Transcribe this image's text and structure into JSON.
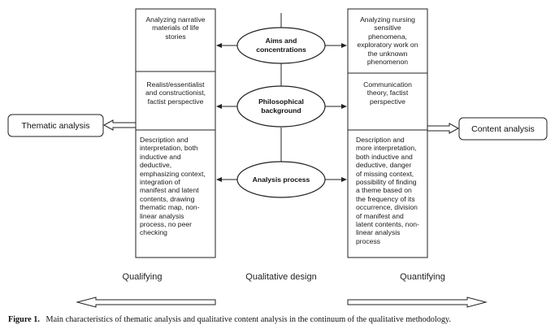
{
  "left_column": {
    "aims": "Analyzing narrative\nmaterials of life\nstories",
    "philosophy": "Realist/essentialist\nand constructionist,\nfactist perspective",
    "process": "Description and\ninterpretation, both\ninductive and\ndeductive,\nemphasizing context,\nintegration of\nmanifest and latent\ncontents, drawing\nthematic map, non-\nlinear analysis\nprocess, no peer\nchecking"
  },
  "right_column": {
    "aims": "Analyzing nursing\nsensitive\nphenomena,\nexploratory work on\nthe unknown\nphenomenon",
    "philosophy": "Communication\ntheory, factist\nperspective",
    "process": "Description and\nmore interpretation,\nboth inductive and\ndeductive,  danger\nof missing context,\npossibility of finding\na theme based on\nthe frequency of its\noccurrence, division\nof manifest and\nlatent contents, non-\nlinear analysis\nprocess"
  },
  "center_nodes": {
    "aims": "Aims and\nconcentrations",
    "philosophy": "Philosophical\nbackground",
    "process": "Analysis process"
  },
  "outputs": {
    "left": "Thematic analysis",
    "right": "Content analysis"
  },
  "continuum": {
    "left": "Qualifying",
    "center": "Qualitative design",
    "right": "Quantifying"
  },
  "caption": {
    "label": "Figure 1.",
    "text": "Main characteristics of thematic analysis and qualitative content analysis in the continuum of the qualitative methodology."
  },
  "colors": {
    "line": "#222222",
    "text": "#1a1a1a"
  }
}
